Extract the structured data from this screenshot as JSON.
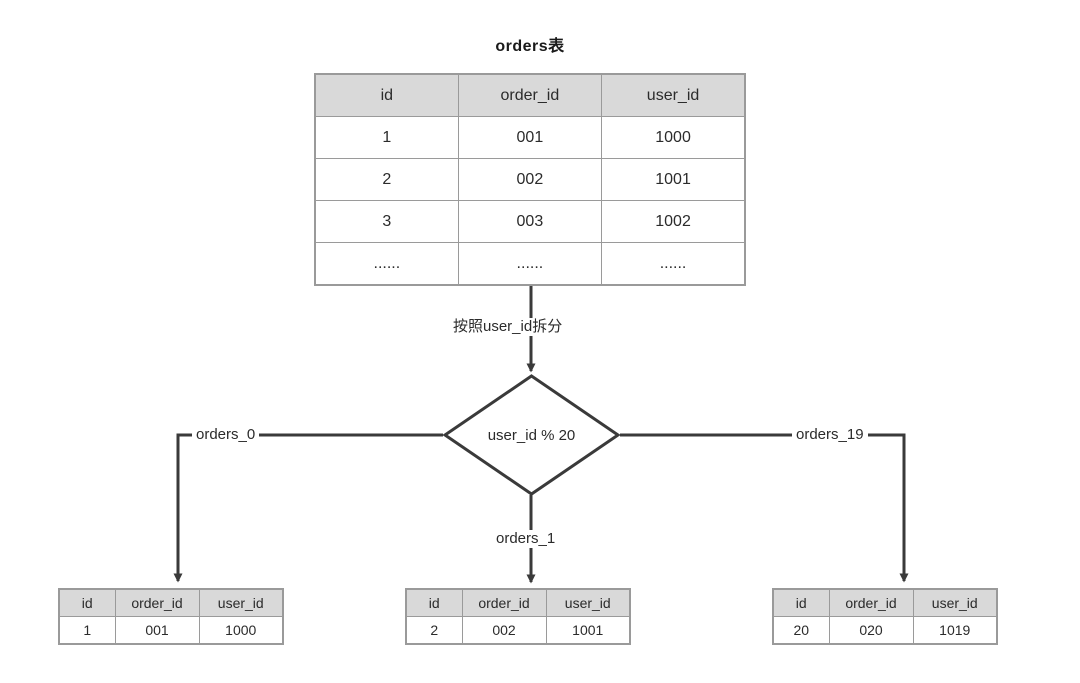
{
  "diagram": {
    "title": "orders表",
    "type": "database-sharding-flow"
  },
  "main_table": {
    "name": "orders表",
    "columns": [
      "id",
      "order_id",
      "user_id"
    ],
    "rows": [
      [
        "1",
        "001",
        "1000"
      ],
      [
        "2",
        "002",
        "1001"
      ],
      [
        "3",
        "003",
        "1002"
      ],
      [
        "......",
        "......",
        "......"
      ]
    ]
  },
  "flow": {
    "split_label": "按照user_id拆分",
    "decision": "user_id % 20",
    "branch_left_label": "orders_0",
    "branch_middle_label": "orders_1",
    "branch_right_label": "orders_19"
  },
  "shard_tables": [
    {
      "name": "orders_0",
      "columns": [
        "id",
        "order_id",
        "user_id"
      ],
      "rows": [
        [
          "1",
          "001",
          "1000"
        ]
      ]
    },
    {
      "name": "orders_1",
      "columns": [
        "id",
        "order_id",
        "user_id"
      ],
      "rows": [
        [
          "2",
          "002",
          "1001"
        ]
      ]
    },
    {
      "name": "orders_19",
      "columns": [
        "id",
        "order_id",
        "user_id"
      ],
      "rows": [
        [
          "20",
          "020",
          "1019"
        ]
      ]
    }
  ],
  "colors": {
    "header_fill": "#d9d9d9",
    "border": "#9a9a9a",
    "line": "#3a3a3a",
    "text": "#2b2b2b",
    "background": "#ffffff"
  }
}
